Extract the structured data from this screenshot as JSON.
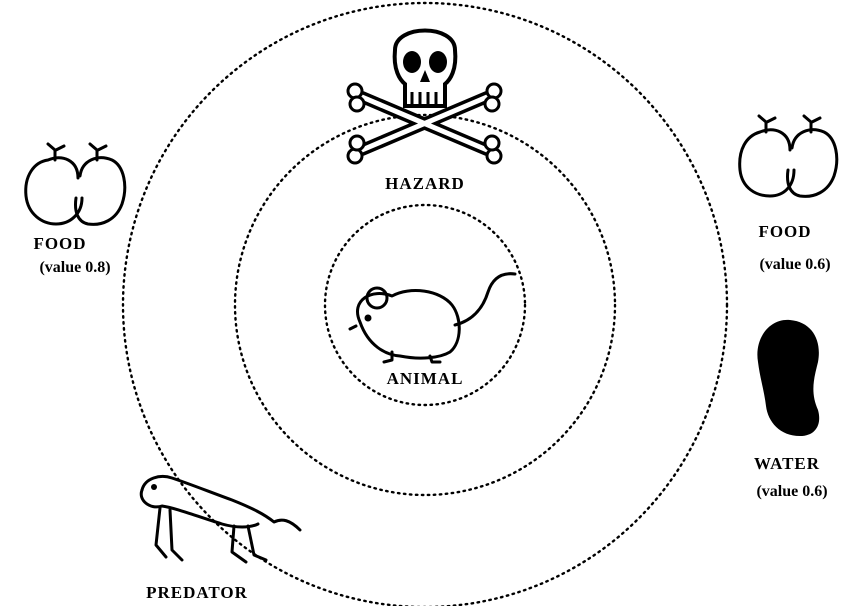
{
  "labels": {
    "hazard": "HAZARD",
    "animal": "ANIMAL",
    "predator": "PREDATOR",
    "food_left": "FOOD",
    "food_left_value": "(value 0.8)",
    "food_right": "FOOD",
    "food_right_value": "(value 0.6)",
    "water": "WATER",
    "water_value": "(value 0.6)"
  },
  "icons": {
    "hazard": "skull-crossbones-icon",
    "animal": "mouse-icon",
    "predator": "lizard-icon",
    "food": "apples-icon",
    "water": "water-drop-icon"
  },
  "colors": {
    "ink": "#000000",
    "background": "#ffffff"
  }
}
